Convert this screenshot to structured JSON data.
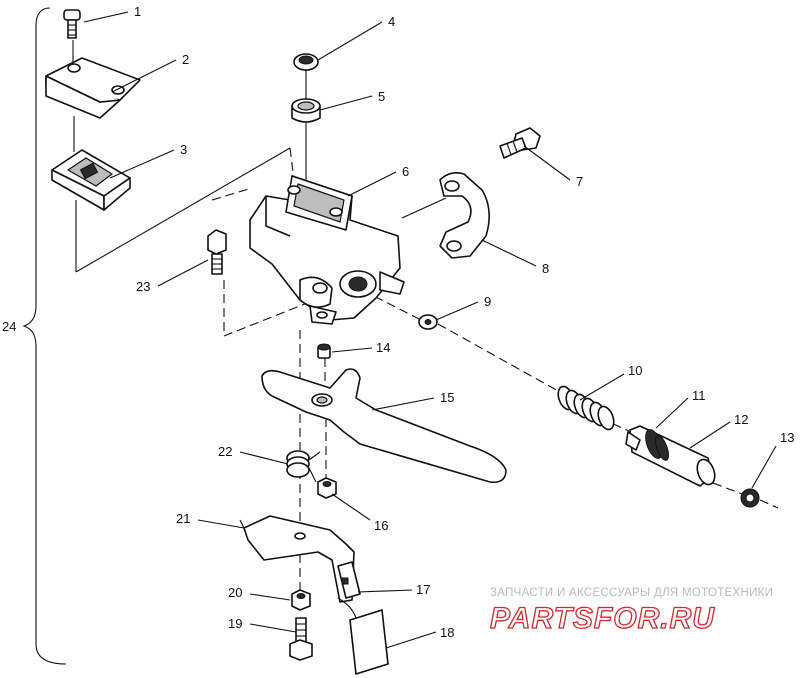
{
  "callouts": [
    "1",
    "2",
    "3",
    "4",
    "5",
    "6",
    "7",
    "8",
    "9",
    "10",
    "11",
    "12",
    "13",
    "14",
    "15",
    "16",
    "17",
    "18",
    "19",
    "20",
    "21",
    "22",
    "23",
    "24"
  ],
  "watermark": {
    "line1": "ЗАПЧАСТИ И АКСЕССУАРЫ ДЛЯ МОТОТЕХНИКИ",
    "line2": "PARTSFOR.RU",
    "color": "#d8262c"
  }
}
